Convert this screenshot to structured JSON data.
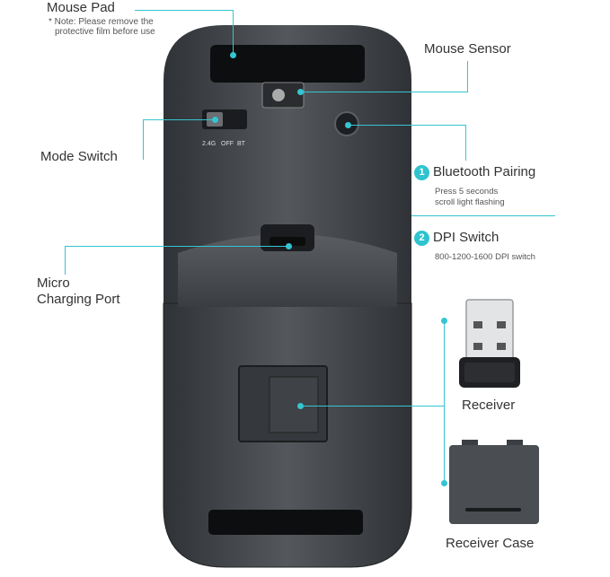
{
  "labels": {
    "mouse_pad": "Mouse Pad",
    "mouse_pad_note_1": "* Note: Please remove the",
    "mouse_pad_note_2": "protective film before use",
    "mouse_sensor": "Mouse Sensor",
    "mode_switch": "Mode Switch",
    "micro_1": "Micro",
    "micro_2": "Charging Port",
    "bt_num": "1",
    "bt_title": "Bluetooth Pairing",
    "bt_desc_1": "Press 5 seconds",
    "bt_desc_2": "scroll light flashing",
    "dpi_num": "2",
    "dpi_title": "DPI Switch",
    "dpi_desc": "800-1200-1600 DPI switch",
    "receiver": "Receiver",
    "receiver_case": "Receiver Case"
  },
  "switch_ticks": {
    "t1": "2.4G",
    "t2": "OFF",
    "t3": "BT"
  },
  "colors": {
    "accent": "#35c5d2",
    "body": "#45484d",
    "body_dark": "#2c2e32"
  }
}
